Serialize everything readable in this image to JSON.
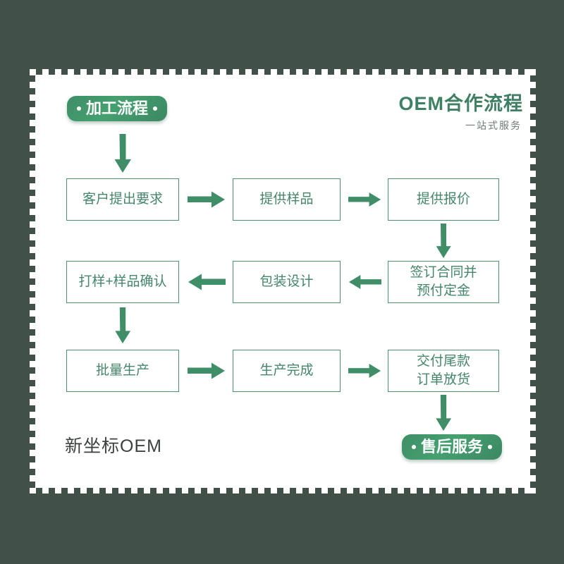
{
  "canvas": {
    "background_color": "#415149",
    "card_background": "#ffffff",
    "accent_green": "#4d9070",
    "text_green": "#45866a",
    "title_green": "#3f7f63"
  },
  "header": {
    "title": "OEM合作流程",
    "subtitle": "一站式服务"
  },
  "badges": {
    "process": "加工流程",
    "service": "售后服务"
  },
  "footer": {
    "brand": "新坐标OEM"
  },
  "flow": {
    "rows": [
      {
        "direction": "right",
        "boxes": [
          {
            "label": "客户提出要求"
          },
          {
            "label": "提供样品"
          },
          {
            "label": "提供报价"
          }
        ]
      },
      {
        "direction": "left",
        "boxes": [
          {
            "label": "打样+样品确认"
          },
          {
            "label": "包装设计"
          },
          {
            "label": "签订合同并\n预付定金"
          }
        ]
      },
      {
        "direction": "right",
        "boxes": [
          {
            "label": "批量生产"
          },
          {
            "label": "生产完成"
          },
          {
            "label": "交付尾款\n订单放货"
          }
        ]
      }
    ],
    "connectors": [
      {
        "name": "badge-to-row1",
        "direction": "down"
      },
      {
        "name": "row1-box1-to-box2",
        "direction": "right"
      },
      {
        "name": "row1-box2-to-box3",
        "direction": "right"
      },
      {
        "name": "row1-to-row2",
        "direction": "down"
      },
      {
        "name": "row2-box3-to-box2",
        "direction": "left"
      },
      {
        "name": "row2-box2-to-box1",
        "direction": "left"
      },
      {
        "name": "row2-to-row3",
        "direction": "down"
      },
      {
        "name": "row3-box1-to-box2",
        "direction": "right"
      },
      {
        "name": "row3-box2-to-box3",
        "direction": "right"
      },
      {
        "name": "row3-to-service",
        "direction": "down"
      }
    ]
  }
}
